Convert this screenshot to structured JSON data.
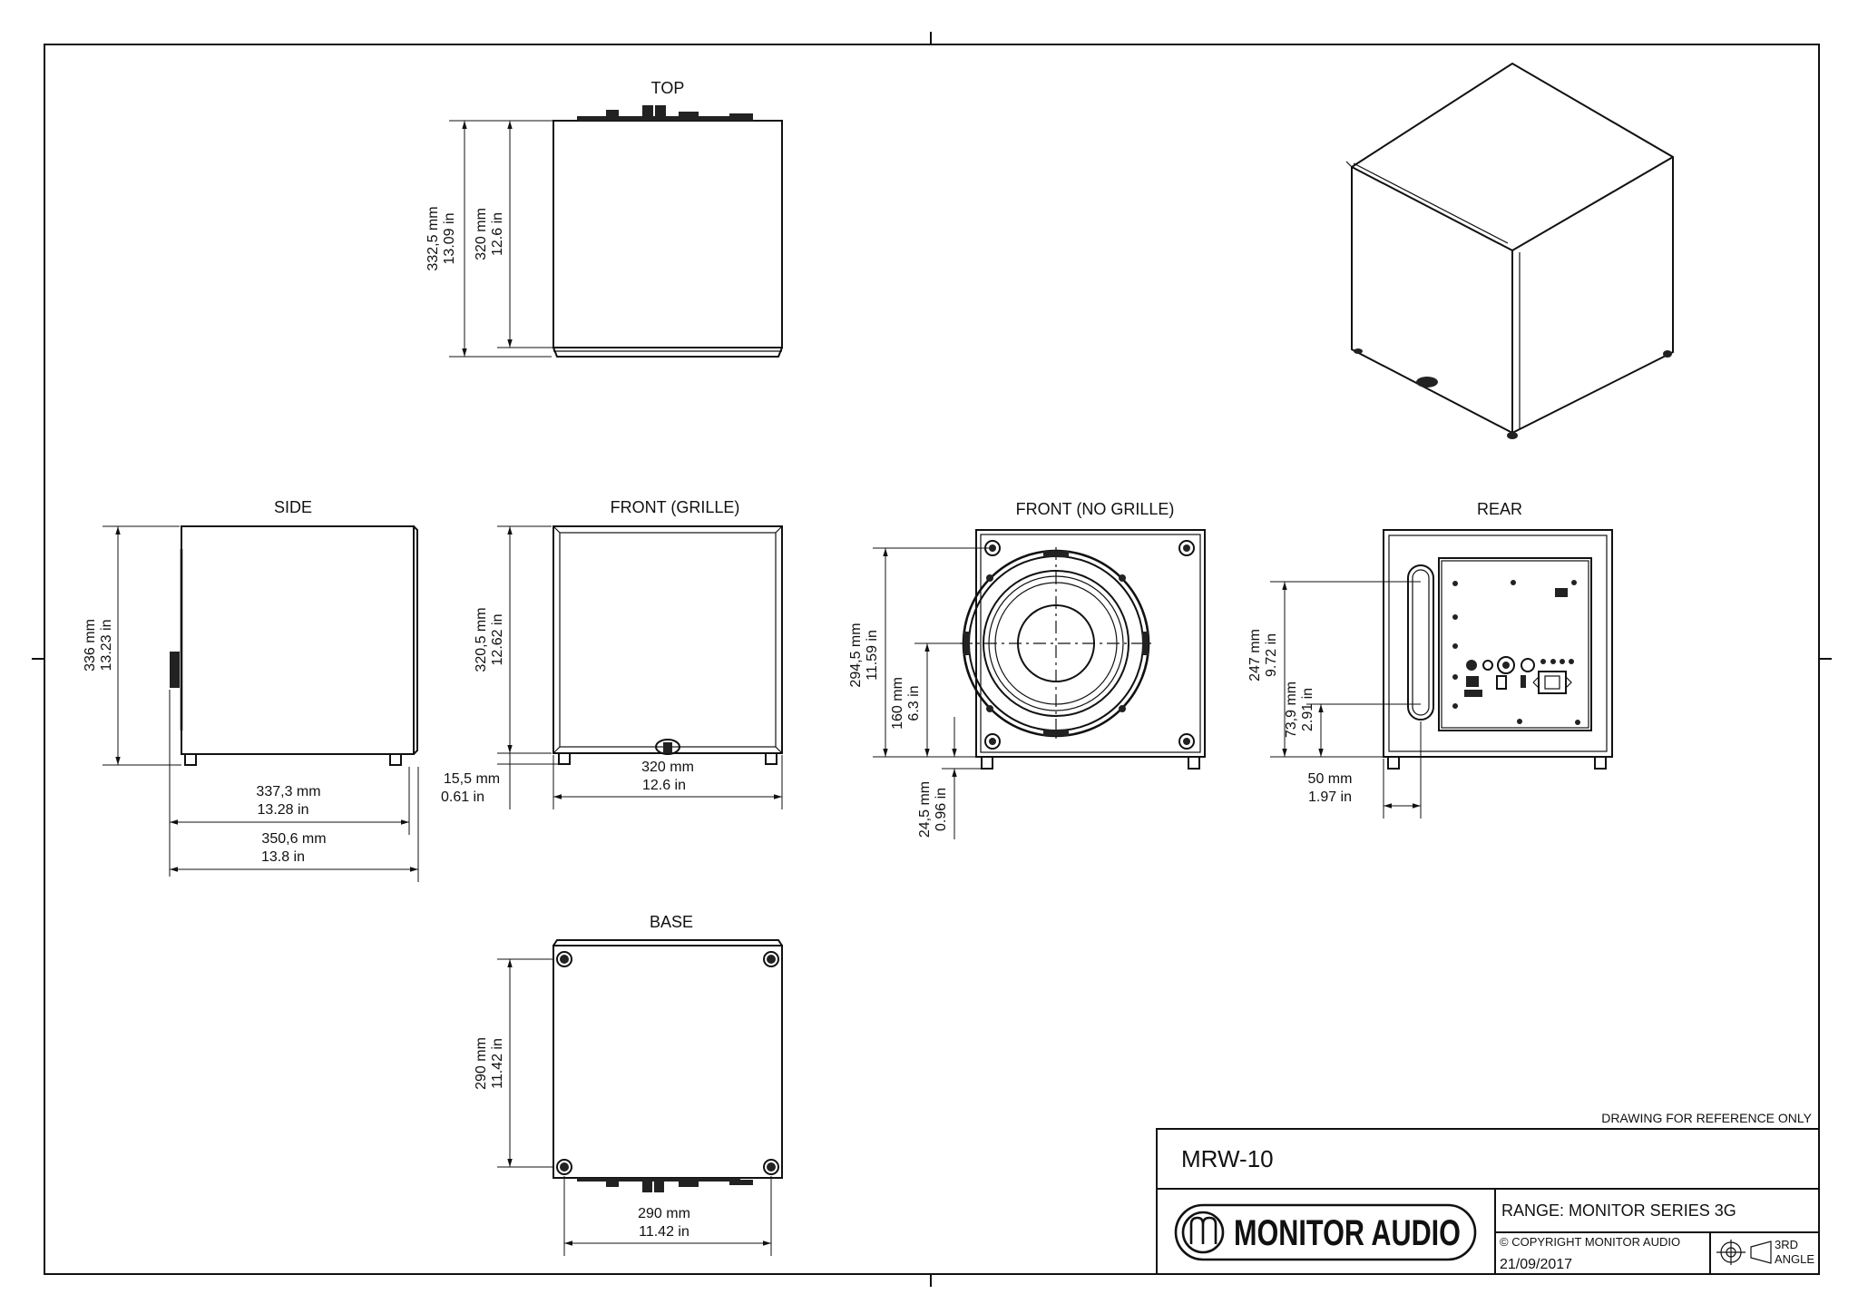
{
  "views": {
    "top": "TOP",
    "side": "SIDE",
    "front_grille": "FRONT (GRILLE)",
    "front_no_grille": "FRONT (NO GRILLE)",
    "rear": "REAR",
    "base": "BASE"
  },
  "dims": {
    "top_h_outer_mm": "332,5 mm",
    "top_h_outer_in": "13.09 in",
    "top_h_inner_mm": "320 mm",
    "top_h_inner_in": "12.6 in",
    "side_h_mm": "336 mm",
    "side_h_in": "13.23 in",
    "side_w_inner_mm": "337,3 mm",
    "side_w_inner_in": "13.28 in",
    "side_w_outer_mm": "350,6 mm",
    "side_w_outer_in": "13.8 in",
    "grille_h_mm": "320,5 mm",
    "grille_h_in": "12.62 in",
    "grille_foot_mm": "15,5 mm",
    "grille_foot_in": "0.61 in",
    "grille_w_mm": "320 mm",
    "grille_w_in": "12.6 in",
    "driver_h_mm": "294,5 mm",
    "driver_h_in": "11.59 in",
    "driver_center_mm": "160 mm",
    "driver_center_in": "6.3 in",
    "driver_foot_mm": "24,5 mm",
    "driver_foot_in": "0.96 in",
    "port_h_mm": "247 mm",
    "port_h_in": "9.72 in",
    "port_low_mm": "73,9 mm",
    "port_low_in": "2.91 in",
    "port_w_mm": "50 mm",
    "port_w_in": "1.97 in",
    "base_h_mm": "290 mm",
    "base_h_in": "11.42 in",
    "base_w_mm": "290 mm",
    "base_w_in": "11.42 in"
  },
  "title_block": {
    "note": "DRAWING FOR REFERENCE ONLY",
    "model": "MRW-10",
    "brand": "MONITOR AUDIO",
    "range": "RANGE: MONITOR SERIES 3G",
    "copyright": "© COPYRIGHT MONITOR AUDIO",
    "date": "21/09/2017",
    "projection_line1": "3RD",
    "projection_line2": "ANGLE"
  }
}
